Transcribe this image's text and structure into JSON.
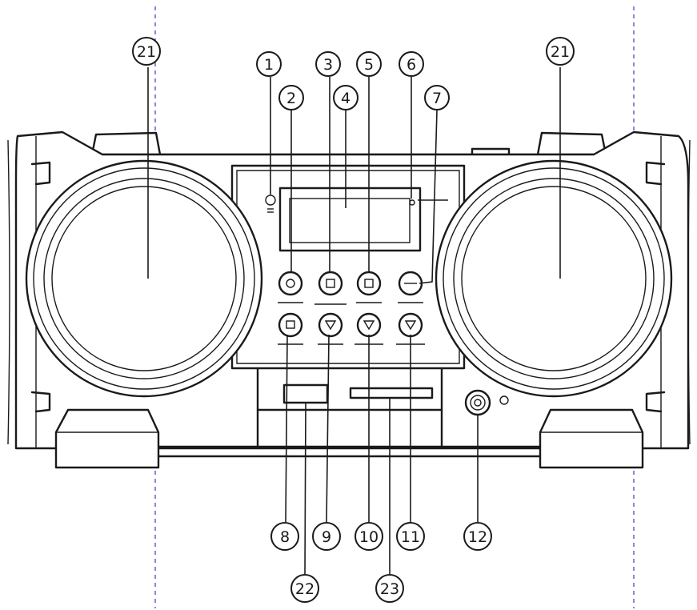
{
  "callouts": {
    "c1": "1",
    "c2": "2",
    "c3": "3",
    "c4": "4",
    "c5": "5",
    "c6": "6",
    "c7": "7",
    "c8": "8",
    "c9": "9",
    "c10": "10",
    "c11": "11",
    "c12": "12",
    "c21_left": "21",
    "c21_right": "21",
    "c22": "22",
    "c23": "23"
  },
  "colors": {
    "line": "#1a1a1a",
    "guide": "#6a6ad0",
    "background": "#ffffff"
  }
}
